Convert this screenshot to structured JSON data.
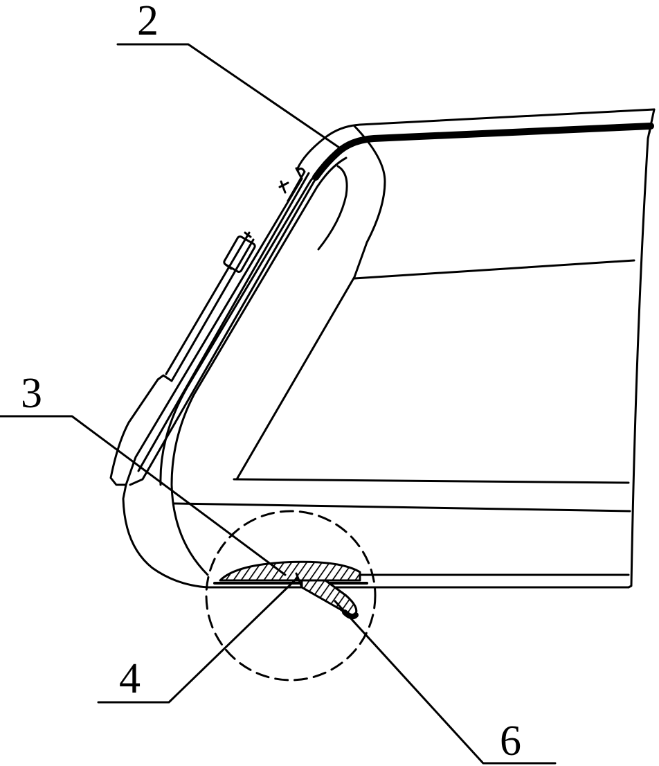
{
  "colors": {
    "line": "#000000",
    "background": "#ffffff"
  },
  "labels": {
    "ref_2": "2",
    "ref_3": "3",
    "ref_4": "4",
    "ref_6": "6"
  }
}
